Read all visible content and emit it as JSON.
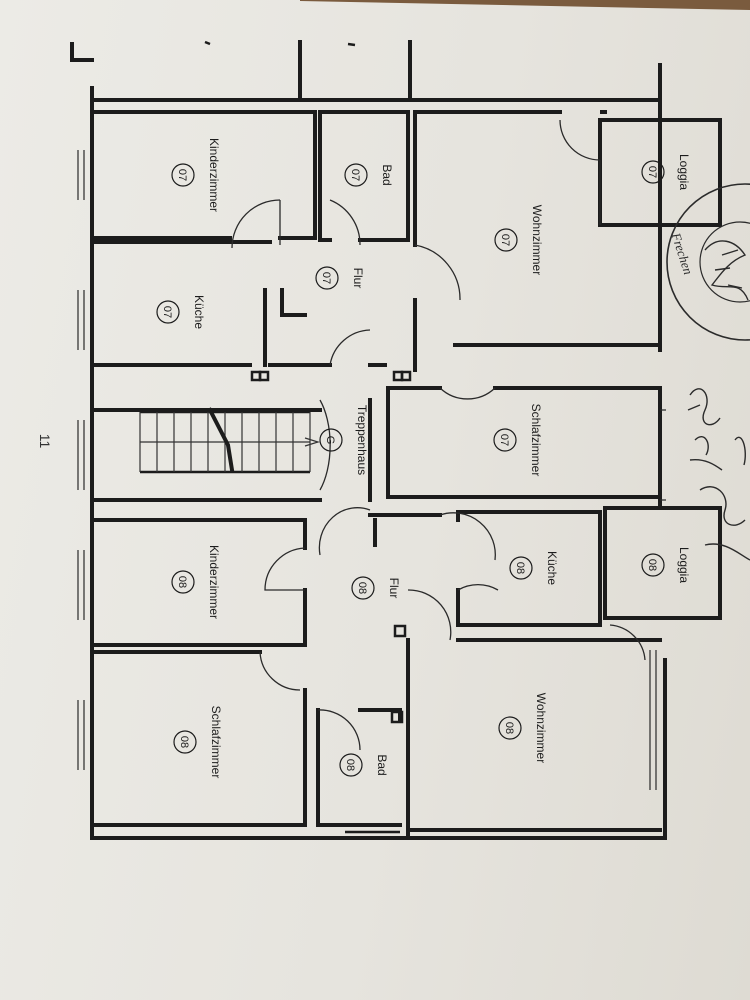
{
  "page_number": "11",
  "stamp": {
    "text": "Frechen"
  },
  "floor_plan": {
    "unit_07": {
      "rooms": [
        {
          "id": "kinderzimmer-07",
          "label": "Kinderzimmer",
          "unit": "07"
        },
        {
          "id": "bad-07",
          "label": "Bad",
          "unit": "07"
        },
        {
          "id": "wohnzimmer-07",
          "label": "Wohnzimmer",
          "unit": "07"
        },
        {
          "id": "loggia-07",
          "label": "Loggia",
          "unit": "07"
        },
        {
          "id": "kueche-07",
          "label": "Küche",
          "unit": "07"
        },
        {
          "id": "flur-07",
          "label": "Flur",
          "unit": "07"
        },
        {
          "id": "schlafzimmer-07",
          "label": "Schlafzimmer",
          "unit": "07"
        }
      ]
    },
    "stairwell": {
      "label": "Treppenhaus",
      "unit": "G"
    },
    "unit_08": {
      "rooms": [
        {
          "id": "kinderzimmer-08",
          "label": "Kinderzimmer",
          "unit": "08"
        },
        {
          "id": "flur-08",
          "label": "Flur",
          "unit": "08"
        },
        {
          "id": "kueche-08",
          "label": "Küche",
          "unit": "08"
        },
        {
          "id": "loggia-08",
          "label": "Loggia",
          "unit": "08"
        },
        {
          "id": "schlafzimmer-08",
          "label": "Schlafzimmer",
          "unit": "08"
        },
        {
          "id": "bad-08",
          "label": "Bad",
          "unit": "08"
        },
        {
          "id": "wohnzimmer-08",
          "label": "Wohnzimmer",
          "unit": "08"
        }
      ]
    }
  }
}
